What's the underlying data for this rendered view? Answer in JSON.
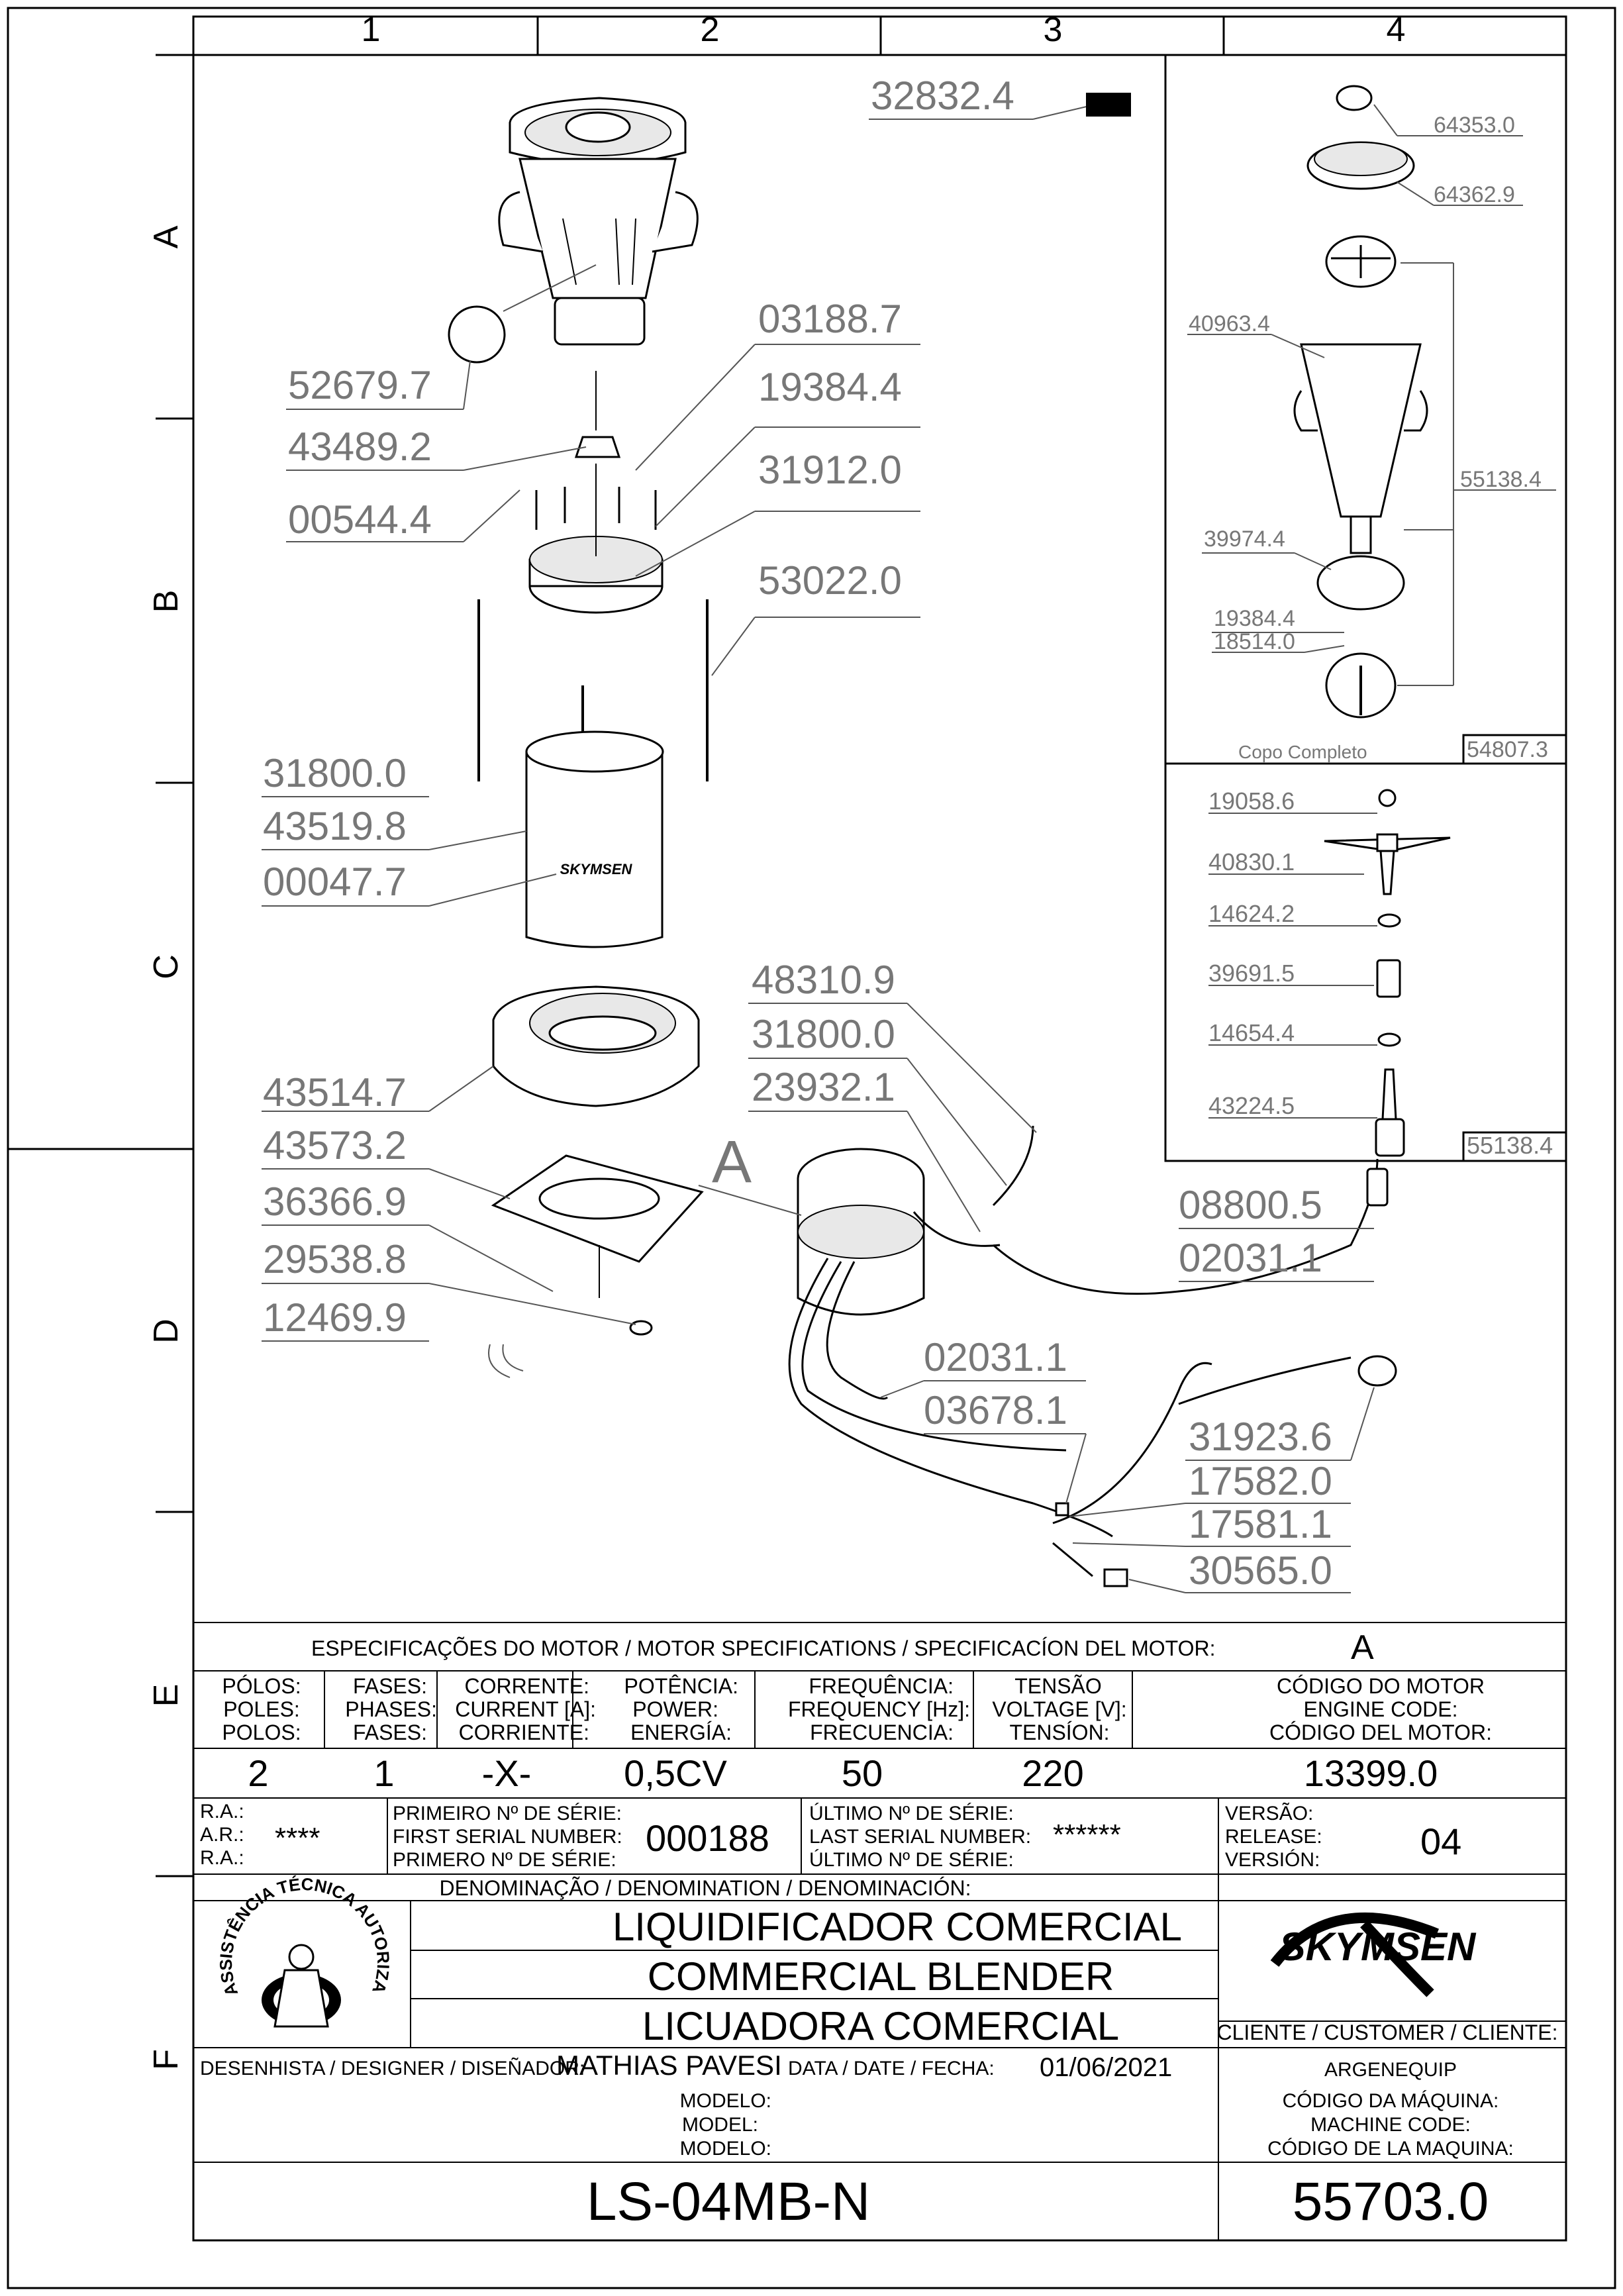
{
  "grid": {
    "columns": [
      "1",
      "2",
      "3",
      "4"
    ],
    "rows": [
      "A",
      "B",
      "C",
      "D",
      "E",
      "F"
    ]
  },
  "callouts_main": {
    "c32832": "32832.4",
    "c52679": "52679.7",
    "c03188": "03188.7",
    "c19384": "19384.4",
    "c43489": "43489.2",
    "c31912": "31912.0",
    "c00544": "00544.4",
    "c53022": "53022.0",
    "c31800a": "31800.0",
    "c43519": "43519.8",
    "c00047": "00047.7",
    "c48310": "48310.9",
    "c31800b": "31800.0",
    "c23932": "23932.1",
    "c43514": "43514.7",
    "c43573": "43573.2",
    "c36366": "36366.9",
    "c29538": "29538.8",
    "c12469": "12469.9",
    "c08800": "08800.5",
    "c02031a": "02031.1",
    "c02031b": "02031.1",
    "c03678": "03678.1",
    "c31923": "31923.6",
    "c17582": "17582.0",
    "c17581": "17581.1",
    "c30565": "30565.0",
    "detail_A": "A",
    "logo_cup": "SKYMSEN"
  },
  "kit_cup": {
    "c64353": "64353.0",
    "c64362": "64362.9",
    "c40963": "40963.4",
    "c55138": "55138.4",
    "c39974": "39974.4",
    "c19384": "19384.4",
    "c18514": "18514.0",
    "caption": "Copo Completo",
    "code": "54807.3"
  },
  "kit_blade": {
    "c19058": "19058.6",
    "c40830": "40830.1",
    "c14624": "14624.2",
    "c39691": "39691.5",
    "c14654": "14654.4",
    "c43224": "43224.5",
    "code": "55138.4"
  },
  "motor_specs": {
    "header": "ESPECIFICAÇÕES DO MOTOR / MOTOR SPECIFICATIONS / SPECIFICACÍON DEL MOTOR:",
    "header_value": "A",
    "poles": [
      "PÓLOS:",
      "POLES:",
      "POLOS:"
    ],
    "phases": [
      "FASES:",
      "PHASES:",
      "FASES:"
    ],
    "current": [
      "CORRENTE:",
      "CURRENT [A]:",
      "CORRIENTE:"
    ],
    "power": [
      "POTÊNCIA:",
      "POWER:",
      "ENERGÍA:"
    ],
    "frequency": [
      "FREQUÊNCIA:",
      "FREQUENCY [Hz]:",
      "FRECUENCIA:"
    ],
    "voltage": [
      "TENSÃO",
      "VOLTAGE [V]:",
      "TENSÍON:"
    ],
    "engine_code": [
      "CÓDIGO DO MOTOR",
      "ENGINE CODE:",
      "CÓDIGO DEL MOTOR:"
    ],
    "v_poles": "2",
    "v_phases": "1",
    "v_current": "-X-",
    "v_power": "0,5CV",
    "v_frequency": "50",
    "v_voltage": "220",
    "v_engine_code": "13399.0"
  },
  "serials": {
    "ra": [
      "R.A.:",
      "A.R.:",
      "R.A.:"
    ],
    "ra_value": "****",
    "first": [
      "PRIMEIRO Nº DE SÉRIE:",
      "FIRST SERIAL NUMBER:",
      "PRIMERO Nº DE SÉRIE:"
    ],
    "first_value": "000188",
    "last": [
      "ÚLTIMO Nº DE SÉRIE:",
      "LAST SERIAL NUMBER:",
      "ÚLTIMO Nº DE SÉRIE:"
    ],
    "last_value": "******",
    "version": [
      "VERSÃO:",
      "RELEASE:",
      "VERSIÓN:"
    ],
    "version_value": "04"
  },
  "title_block": {
    "denomination_label": "DENOMINAÇÃO / DENOMINATION / DENOMINACIÓN:",
    "name_pt": "LIQUIDIFICADOR COMERCIAL",
    "name_en": "COMMERCIAL BLENDER",
    "name_es": "LICUADORA COMERCIAL",
    "brand": "SKYMSEN",
    "seal_text": "ASSISTÊNCIA TÉCNICA AUTORIZADA",
    "client_label": "CLIENTE / CUSTOMER / CLIENTE:",
    "client_value": "ARGENEQUIP",
    "designer_label": "DESENHISTA / DESIGNER / DISEÑADOR:",
    "designer_value": "MATHIAS PAVESI",
    "date_label": "DATA / DATE / FECHA:",
    "date_value": "01/06/2021",
    "model_label": [
      "MODELO:",
      "MODEL:",
      "MODELO:"
    ],
    "model_value": "LS-04MB-N",
    "machine_code_label": [
      "CÓDIGO DA MÁQUINA:",
      "MACHINE CODE:",
      "CÓDIGO DE LA MAQUINA:"
    ],
    "machine_code_value": "55703.0"
  }
}
